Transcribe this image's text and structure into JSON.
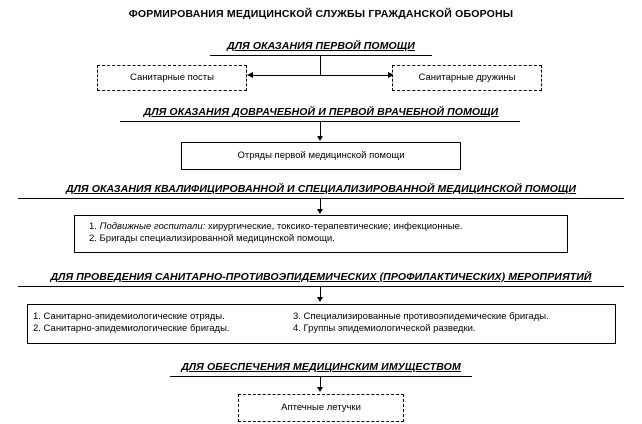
{
  "title": "ФОРМИРОВАНИЯ МЕДИЦИНСКОЙ СЛУЖБЫ ГРАЖДАНСКОЙ ОБОРОНЫ",
  "sections": [
    {
      "heading": "ДЛЯ ОКАЗАНИЯ ПЕРВОЙ ПОМОЩИ",
      "boxes": [
        "Санитарные посты",
        "Санитарные дружины"
      ]
    },
    {
      "heading": "ДЛЯ ОКАЗАНИЯ ДОВРАЧЕБНОЙ И ПЕРВОЙ ВРАЧЕБНОЙ ПОМОЩИ",
      "boxes": [
        "Отряды первой медицинской помощи"
      ]
    },
    {
      "heading": "ДЛЯ ОКАЗАНИЯ КВАЛИФИЦИРОВАННОЙ И СПЕЦИАЛИЗИРОВАННОЙ МЕДИЦИНСКОЙ ПОМОЩИ",
      "item1_number": "1.",
      "item1_italic": "Подвижные госпитали:",
      "item1_rest": "хирургические, токсико-терапевтические; инфекционные.",
      "item2": "2. Бригады специализированной медицинской помощи."
    },
    {
      "heading": "ДЛЯ ПРОВЕДЕНИЯ САНИТАРНО-ПРОТИВОЭПИДЕМИЧЕСКИХ (ПРОФИЛАКТИЧЕСКИХ) МЕРОПРИЯТИЙ",
      "left_items": [
        "1. Санитарно-эпидемиологические отряды.",
        "2. Санитарно-эпидемиологические бригады."
      ],
      "right_items": [
        "3. Специализированные противоэпидемические бригады.",
        "4. Группы эпидемиологической разведки."
      ]
    },
    {
      "heading": "ДЛЯ ОБЕСПЕЧЕНИЯ МЕДИЦИНСКИМ ИМУЩЕСТВОМ",
      "boxes": [
        "Аптечные летучки"
      ]
    }
  ]
}
